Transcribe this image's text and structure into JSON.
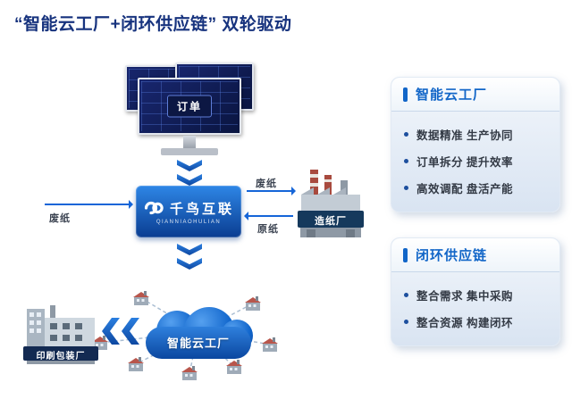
{
  "title": "“智能云工厂+闭环供应链” 双轮驱动",
  "diagram": {
    "monitor": {
      "order_label": "订单"
    },
    "platform": {
      "name": "千鸟互联",
      "caption": "QIANNIAOHULIAN"
    },
    "flows": {
      "waste_to_mill": "废纸",
      "raw_from_mill": "原纸",
      "waste_from_printer": "废纸"
    },
    "nodes": {
      "paper_mill": "造纸厂",
      "printing_factory": "印刷包装厂",
      "cloud_factory": "智能云工厂"
    }
  },
  "panels": [
    {
      "title": "智能云工厂",
      "bullets": [
        "数据精准 生产协同",
        "订单拆分 提升效率",
        "高效调配 盘活产能"
      ]
    },
    {
      "title": "闭环供应链",
      "bullets": [
        "整合需求 集中采购",
        "整合资源 构建闭环"
      ]
    }
  ],
  "colors": {
    "accent": "#1266c8",
    "title_navy": "#17337e",
    "arrow_blue": "#1565d8"
  }
}
